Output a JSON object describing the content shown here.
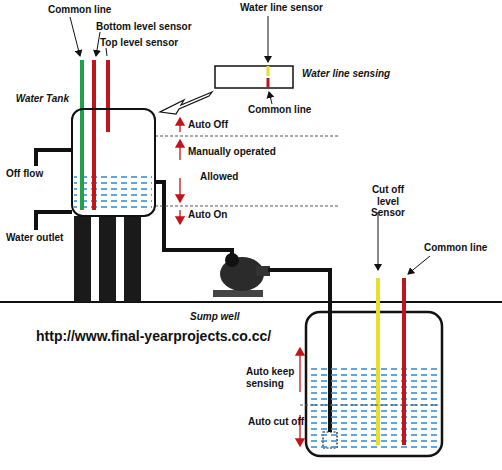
{
  "diagram": {
    "nodes": [
      {
        "text": [
          "Water Tank"
        ]
      }
    ],
    "labels": [
      "Common line",
      "Bottom level sensor",
      "Top level sensor",
      "Water line sensor",
      "Water line sensing",
      "Common line",
      "Auto Off",
      "Manually operated",
      "Allowed",
      "Auto On",
      "Off flow",
      "Water outlet",
      "Sump well",
      "http://www.final-yearprojects.co.cc/",
      "Cut off level Sensor",
      "Common line",
      "Auto keep sensing",
      "Auto cut off"
    ]
  }
}
